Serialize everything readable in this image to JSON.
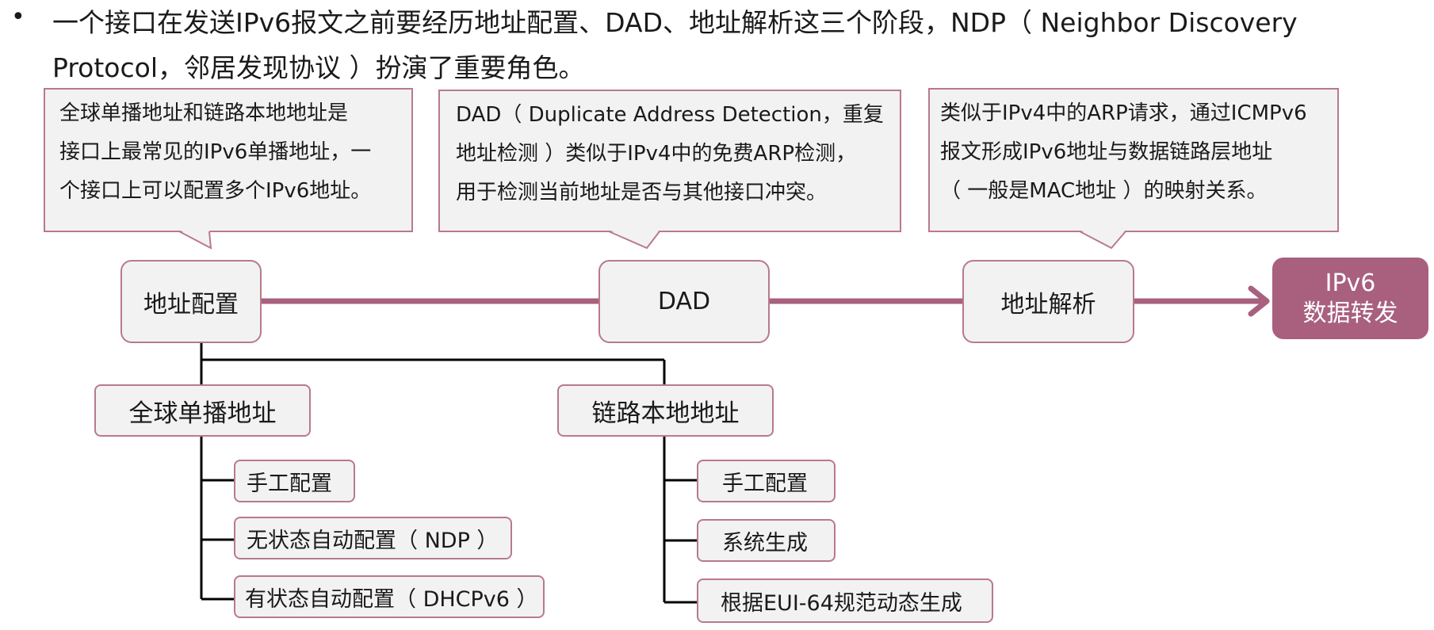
{
  "intro": {
    "bullet": "•",
    "text": "一个接口在发送IPv6报文之前要经历地址配置、DAD、地址解析这三个阶段，NDP（ Neighbor Discovery Protocol，邻居发现协议 ）扮演了重要角色。"
  },
  "callouts": [
    {
      "lines": [
        "全球单播地址和链路本地地址是",
        "接口上最常见的IPv6单播地址，一",
        "个接口上可以配置多个IPv6地址。"
      ]
    },
    {
      "lines": [
        "DAD（ Duplicate Address Detection，重复",
        "地址检测 ）类似于IPv4中的免费ARP检测，",
        "用于检测当前地址是否与其他接口冲突。"
      ]
    },
    {
      "lines": [
        "类似于IPv4中的ARP请求，通过ICMPv6",
        "报文形成IPv6地址与数据链路层地址",
        "（ 一般是MAC地址 ）的映射关系。"
      ]
    }
  ],
  "stages": {
    "addr_config": "地址配置",
    "dad": "DAD",
    "addr_resolution": "地址解析",
    "final_line1": "IPv6",
    "final_line2": "数据转发"
  },
  "global_unicast": {
    "title": "全球单播地址",
    "items": [
      "手工配置",
      "无状态自动配置（ NDP ）",
      "有状态自动配置（ DHCPv6 ）"
    ]
  },
  "link_local": {
    "title": "链路本地地址",
    "items": [
      "手工配置",
      "系统生成",
      "根据EUI-64规范动态生成"
    ]
  },
  "colors": {
    "accent": "#a8607e",
    "border": "#b87a8a",
    "box_fill": "#f2f2f2"
  }
}
